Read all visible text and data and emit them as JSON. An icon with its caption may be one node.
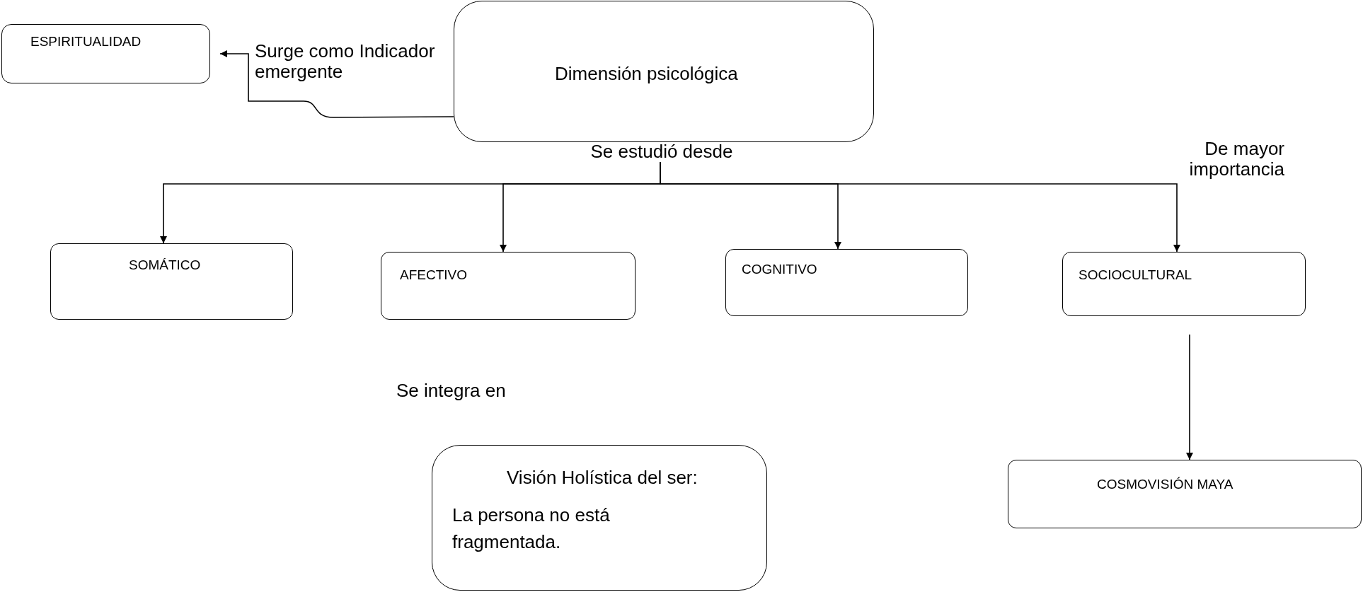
{
  "diagram": {
    "nodes": [
      {
        "text": [
          "ESPIRITUALIDAD"
        ]
      },
      {
        "text": [
          "Dimensión psicológica"
        ]
      },
      {
        "text": [
          "SOMÁTICO"
        ]
      },
      {
        "text": [
          "AFECTIVO"
        ]
      },
      {
        "text": [
          "COGNITIVO"
        ]
      },
      {
        "text": [
          "SOCIOCULTURAL"
        ]
      },
      {
        "text": [
          "Visión Holística del ser:",
          "La persona no está fragmentada."
        ]
      },
      {
        "text": [
          "COSMOVISIÓN MAYA"
        ]
      }
    ],
    "edges": [
      {
        "from": 1,
        "to": 0,
        "arrow": "to",
        "label": "Surge como Indicador emergente"
      },
      {
        "from": 1,
        "to": 2,
        "arrow": "to",
        "label": "Se estudió desde"
      },
      {
        "from": 1,
        "to": 3,
        "arrow": "to"
      },
      {
        "from": 1,
        "to": 4,
        "arrow": "to"
      },
      {
        "from": 1,
        "to": 5,
        "arrow": "to",
        "label": "De mayor importancia"
      },
      {
        "from": 5,
        "to": 7,
        "arrow": "to"
      }
    ],
    "labels": [
      "Se integra en"
    ]
  }
}
